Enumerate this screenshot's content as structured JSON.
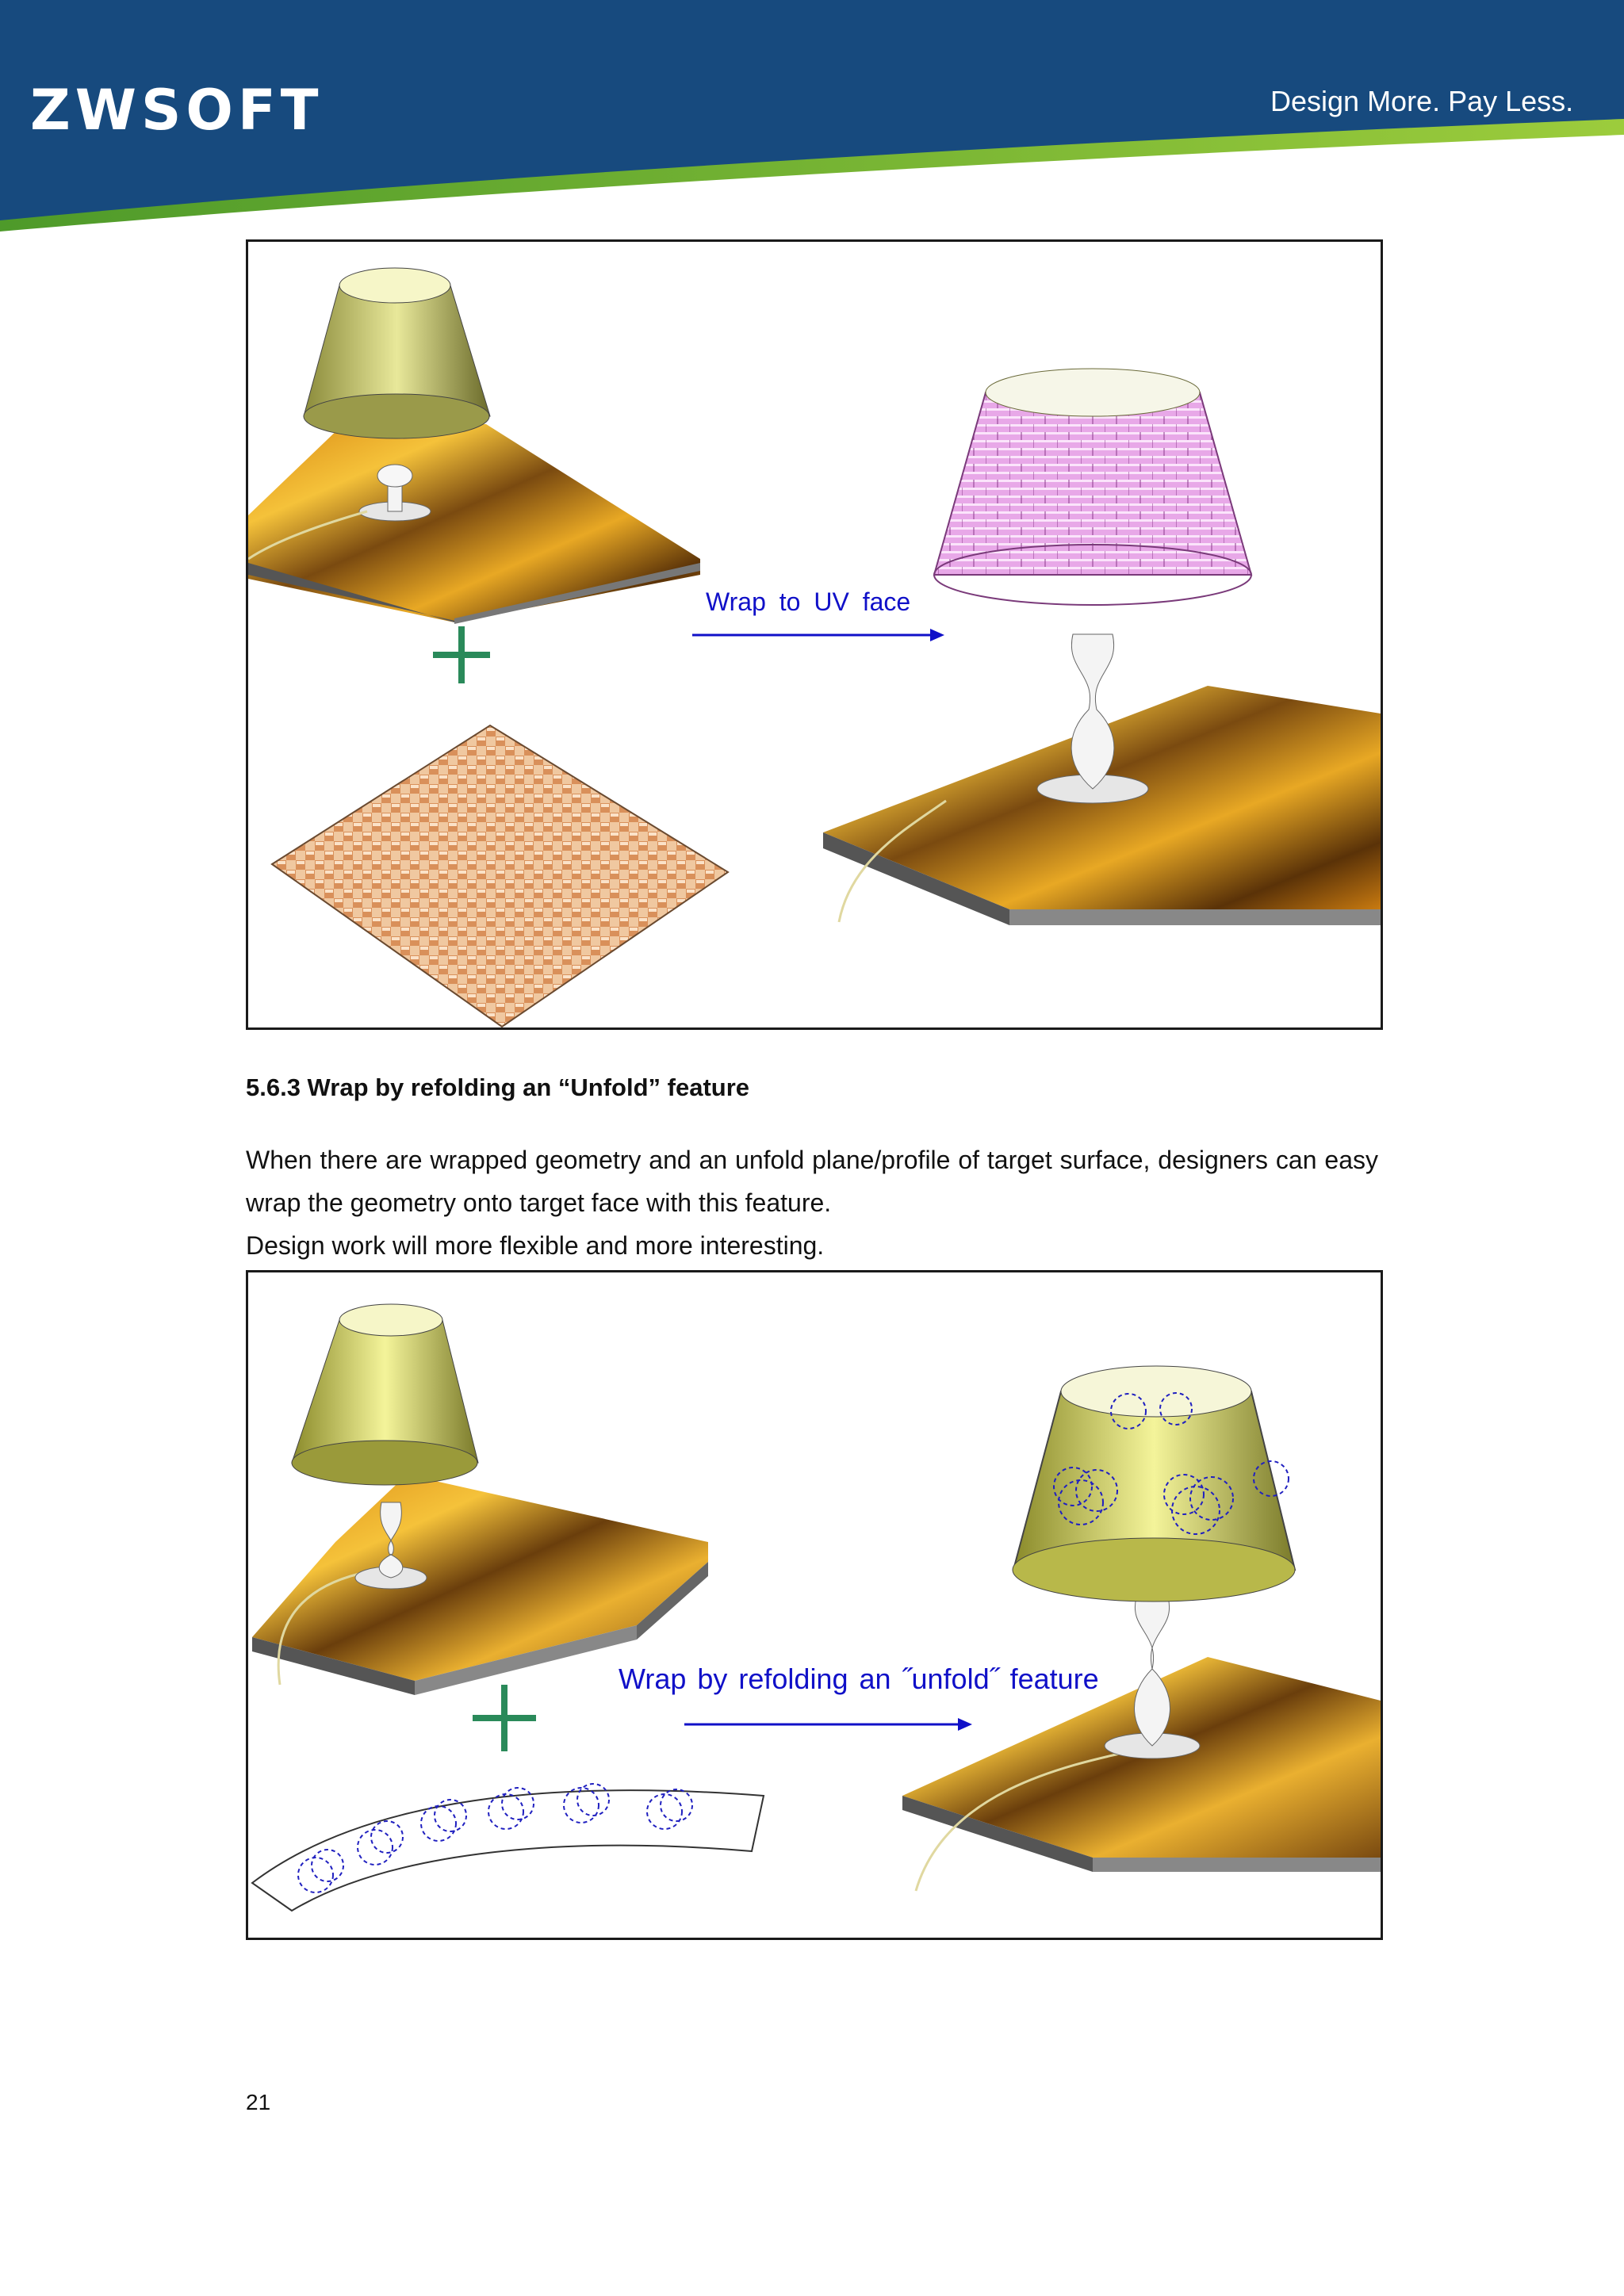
{
  "header": {
    "logo_text": "ZWSOFT",
    "tagline": "Design More. Pay Less.",
    "colors": {
      "band": "#174a7e",
      "swoosh": "#7cb342"
    }
  },
  "figure1": {
    "label": "Wrap to UV face"
  },
  "section": {
    "heading": "5.6.3 Wrap by refolding an “Unfold” feature",
    "paragraph1": "When there are wrapped geometry and an unfold plane/profile of target surface, designers can easy wrap the geometry onto target face with this feature.",
    "paragraph2": "Design work will more flexible and more interesting."
  },
  "figure2": {
    "label": "Wrap by refolding an ˝unfold˝ feature"
  },
  "footer": {
    "page_number": "21"
  }
}
